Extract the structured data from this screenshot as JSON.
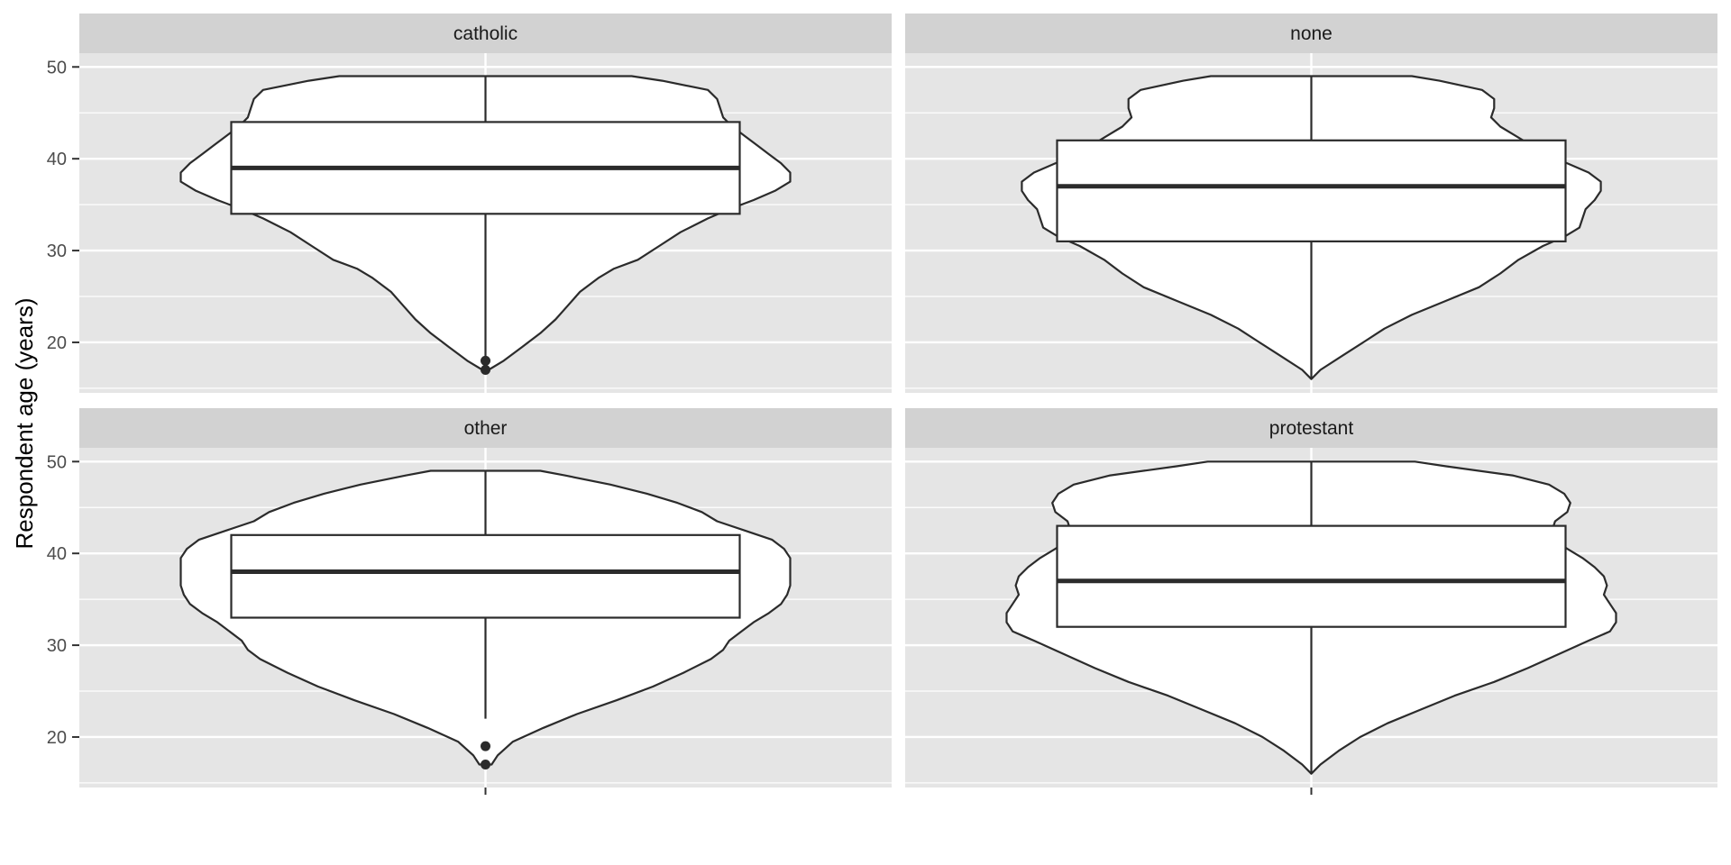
{
  "chart_data": {
    "type": "violin",
    "ylabel": "Respondent age (years)",
    "xlabel": "",
    "ylim": [
      14.5,
      51.5
    ],
    "yticks": [
      20,
      30,
      40,
      50
    ],
    "grid": true,
    "facet_layout": "2x2",
    "colors": {
      "panel_background": "#e5e5e5",
      "strip_background": "#d2d2d2",
      "grid": "#ffffff",
      "violin_fill": "#ffffff",
      "outline": "#2b2b2b"
    },
    "panels": [
      {
        "label": "catholic",
        "boxplot": {
          "min": 17,
          "q1": 34,
          "median": 39,
          "q3": 44,
          "max": 49,
          "outliers": [
            17,
            18
          ]
        },
        "violin_profile": [
          [
            17,
            0.01
          ],
          [
            18,
            0.06
          ],
          [
            19.5,
            0.12
          ],
          [
            21,
            0.18
          ],
          [
            22.5,
            0.23
          ],
          [
            24,
            0.27
          ],
          [
            25.5,
            0.31
          ],
          [
            27,
            0.37
          ],
          [
            28,
            0.42
          ],
          [
            29,
            0.5
          ],
          [
            30.5,
            0.57
          ],
          [
            32,
            0.64
          ],
          [
            33.5,
            0.73
          ],
          [
            34.5,
            0.8
          ],
          [
            35.5,
            0.88
          ],
          [
            36.5,
            0.95
          ],
          [
            37.5,
            1.0
          ],
          [
            38.5,
            1.0
          ],
          [
            39.5,
            0.97
          ],
          [
            40.5,
            0.93
          ],
          [
            41.5,
            0.89
          ],
          [
            42.5,
            0.85
          ],
          [
            43.5,
            0.81
          ],
          [
            44.5,
            0.78
          ],
          [
            45.5,
            0.77
          ],
          [
            46.5,
            0.76
          ],
          [
            47.5,
            0.73
          ],
          [
            48.5,
            0.58
          ],
          [
            49,
            0.48
          ]
        ]
      },
      {
        "label": "none",
        "boxplot": {
          "min": 16,
          "q1": 31,
          "median": 37,
          "q3": 42,
          "max": 49,
          "outliers": []
        },
        "violin_profile": [
          [
            16,
            0.0
          ],
          [
            17,
            0.03
          ],
          [
            18.5,
            0.1
          ],
          [
            20,
            0.17
          ],
          [
            21.5,
            0.24
          ],
          [
            23,
            0.33
          ],
          [
            24.5,
            0.44
          ],
          [
            26,
            0.55
          ],
          [
            27.5,
            0.62
          ],
          [
            29,
            0.68
          ],
          [
            30.5,
            0.76
          ],
          [
            31.5,
            0.83
          ],
          [
            32.5,
            0.88
          ],
          [
            33.5,
            0.89
          ],
          [
            34.5,
            0.9
          ],
          [
            35.5,
            0.93
          ],
          [
            36.5,
            0.95
          ],
          [
            37.5,
            0.95
          ],
          [
            38.5,
            0.91
          ],
          [
            39.5,
            0.84
          ],
          [
            40.5,
            0.78
          ],
          [
            41.5,
            0.72
          ],
          [
            42.5,
            0.67
          ],
          [
            43.5,
            0.62
          ],
          [
            44.5,
            0.59
          ],
          [
            45.5,
            0.6
          ],
          [
            46.5,
            0.6
          ],
          [
            47.5,
            0.56
          ],
          [
            48.5,
            0.42
          ],
          [
            49,
            0.33
          ]
        ]
      },
      {
        "label": "other",
        "boxplot": {
          "min": 22,
          "q1": 33,
          "median": 38,
          "q3": 42,
          "max": 49,
          "outliers": [
            17,
            19
          ]
        },
        "violin_profile": [
          [
            17,
            0.02
          ],
          [
            18,
            0.04
          ],
          [
            19.5,
            0.09
          ],
          [
            21,
            0.19
          ],
          [
            22.5,
            0.3
          ],
          [
            24,
            0.43
          ],
          [
            25.5,
            0.55
          ],
          [
            27,
            0.65
          ],
          [
            28.5,
            0.74
          ],
          [
            29.5,
            0.78
          ],
          [
            30.5,
            0.8
          ],
          [
            31.5,
            0.84
          ],
          [
            32.5,
            0.88
          ],
          [
            33.5,
            0.93
          ],
          [
            34.5,
            0.97
          ],
          [
            35.5,
            0.99
          ],
          [
            36.5,
            1.0
          ],
          [
            37.5,
            1.0
          ],
          [
            38.5,
            1.0
          ],
          [
            39.5,
            1.0
          ],
          [
            40.5,
            0.98
          ],
          [
            41.5,
            0.94
          ],
          [
            42.5,
            0.85
          ],
          [
            43.5,
            0.76
          ],
          [
            44.5,
            0.71
          ],
          [
            45.5,
            0.63
          ],
          [
            46.5,
            0.53
          ],
          [
            47.5,
            0.41
          ],
          [
            48.5,
            0.26
          ],
          [
            49,
            0.18
          ]
        ]
      },
      {
        "label": "protestant",
        "boxplot": {
          "min": 16,
          "q1": 32,
          "median": 37,
          "q3": 43,
          "max": 50,
          "outliers": []
        },
        "violin_profile": [
          [
            16,
            0.0
          ],
          [
            17,
            0.03
          ],
          [
            18.5,
            0.09
          ],
          [
            20,
            0.16
          ],
          [
            21.5,
            0.25
          ],
          [
            23,
            0.36
          ],
          [
            24.5,
            0.47
          ],
          [
            26,
            0.6
          ],
          [
            27.5,
            0.71
          ],
          [
            29,
            0.81
          ],
          [
            30.5,
            0.91
          ],
          [
            31.5,
            0.98
          ],
          [
            32.5,
            1.0
          ],
          [
            33.5,
            1.0
          ],
          [
            34.5,
            0.98
          ],
          [
            35.5,
            0.96
          ],
          [
            36.5,
            0.97
          ],
          [
            37.5,
            0.96
          ],
          [
            38.5,
            0.93
          ],
          [
            39.5,
            0.89
          ],
          [
            40.5,
            0.84
          ],
          [
            41.5,
            0.8
          ],
          [
            42.5,
            0.79
          ],
          [
            43.5,
            0.8
          ],
          [
            44.5,
            0.84
          ],
          [
            45.5,
            0.85
          ],
          [
            46.5,
            0.83
          ],
          [
            47.5,
            0.78
          ],
          [
            48.5,
            0.66
          ],
          [
            49.5,
            0.44
          ],
          [
            50,
            0.34
          ]
        ]
      }
    ]
  }
}
